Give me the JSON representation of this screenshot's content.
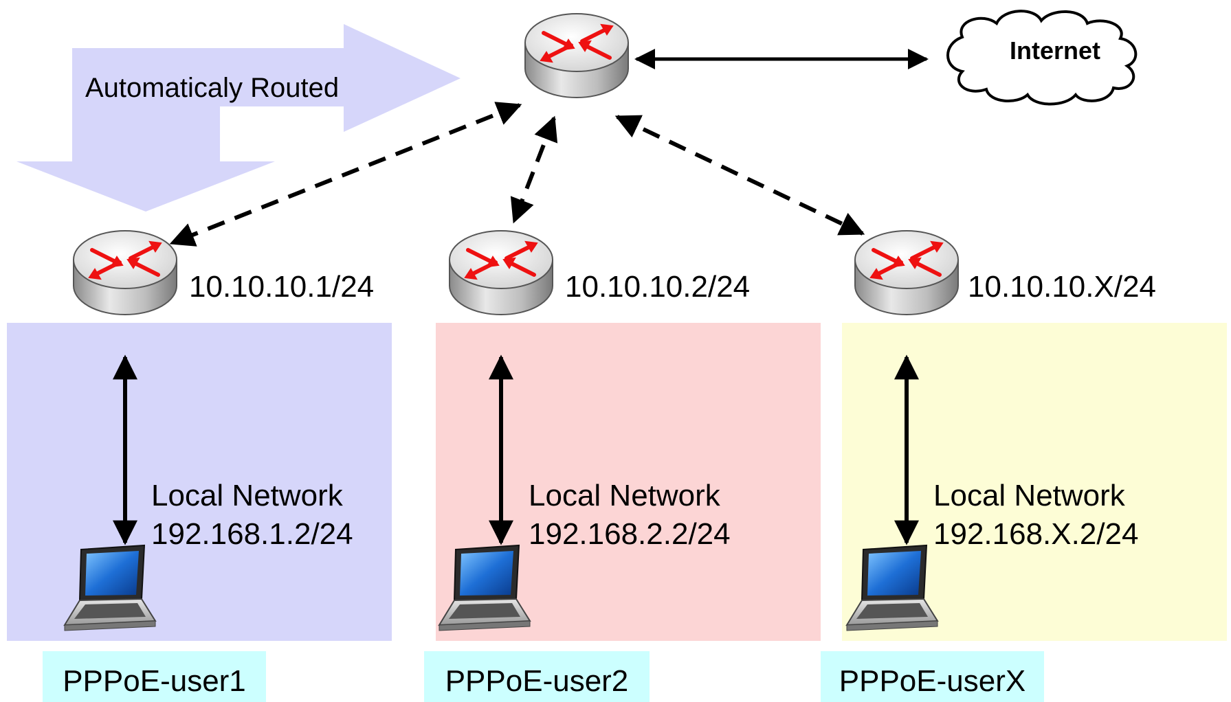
{
  "banner": {
    "text": "Automaticaly Routed"
  },
  "internet": {
    "label": "Internet"
  },
  "sites": [
    {
      "wan_ip": "10.10.10.1/24",
      "lan_label": "Local Network",
      "lan_ip": "192.168.1.2/24",
      "user": "PPPoE-user1"
    },
    {
      "wan_ip": "10.10.10.2/24",
      "lan_label": "Local Network",
      "lan_ip": "192.168.2.2/24",
      "user": "PPPoE-user2"
    },
    {
      "wan_ip": "10.10.10.X/24",
      "lan_label": "Local Network",
      "lan_ip": "192.168.X.2/24",
      "user": "PPPoE-userX"
    }
  ],
  "colors": {
    "site_fills": [
      "#d6d6fa",
      "#fcd5d5",
      "#fdfdd6"
    ],
    "user_label_fill": "#ccffff",
    "banner_arrow": "#d6d6fa",
    "arrow_heads": "#ee1111"
  }
}
